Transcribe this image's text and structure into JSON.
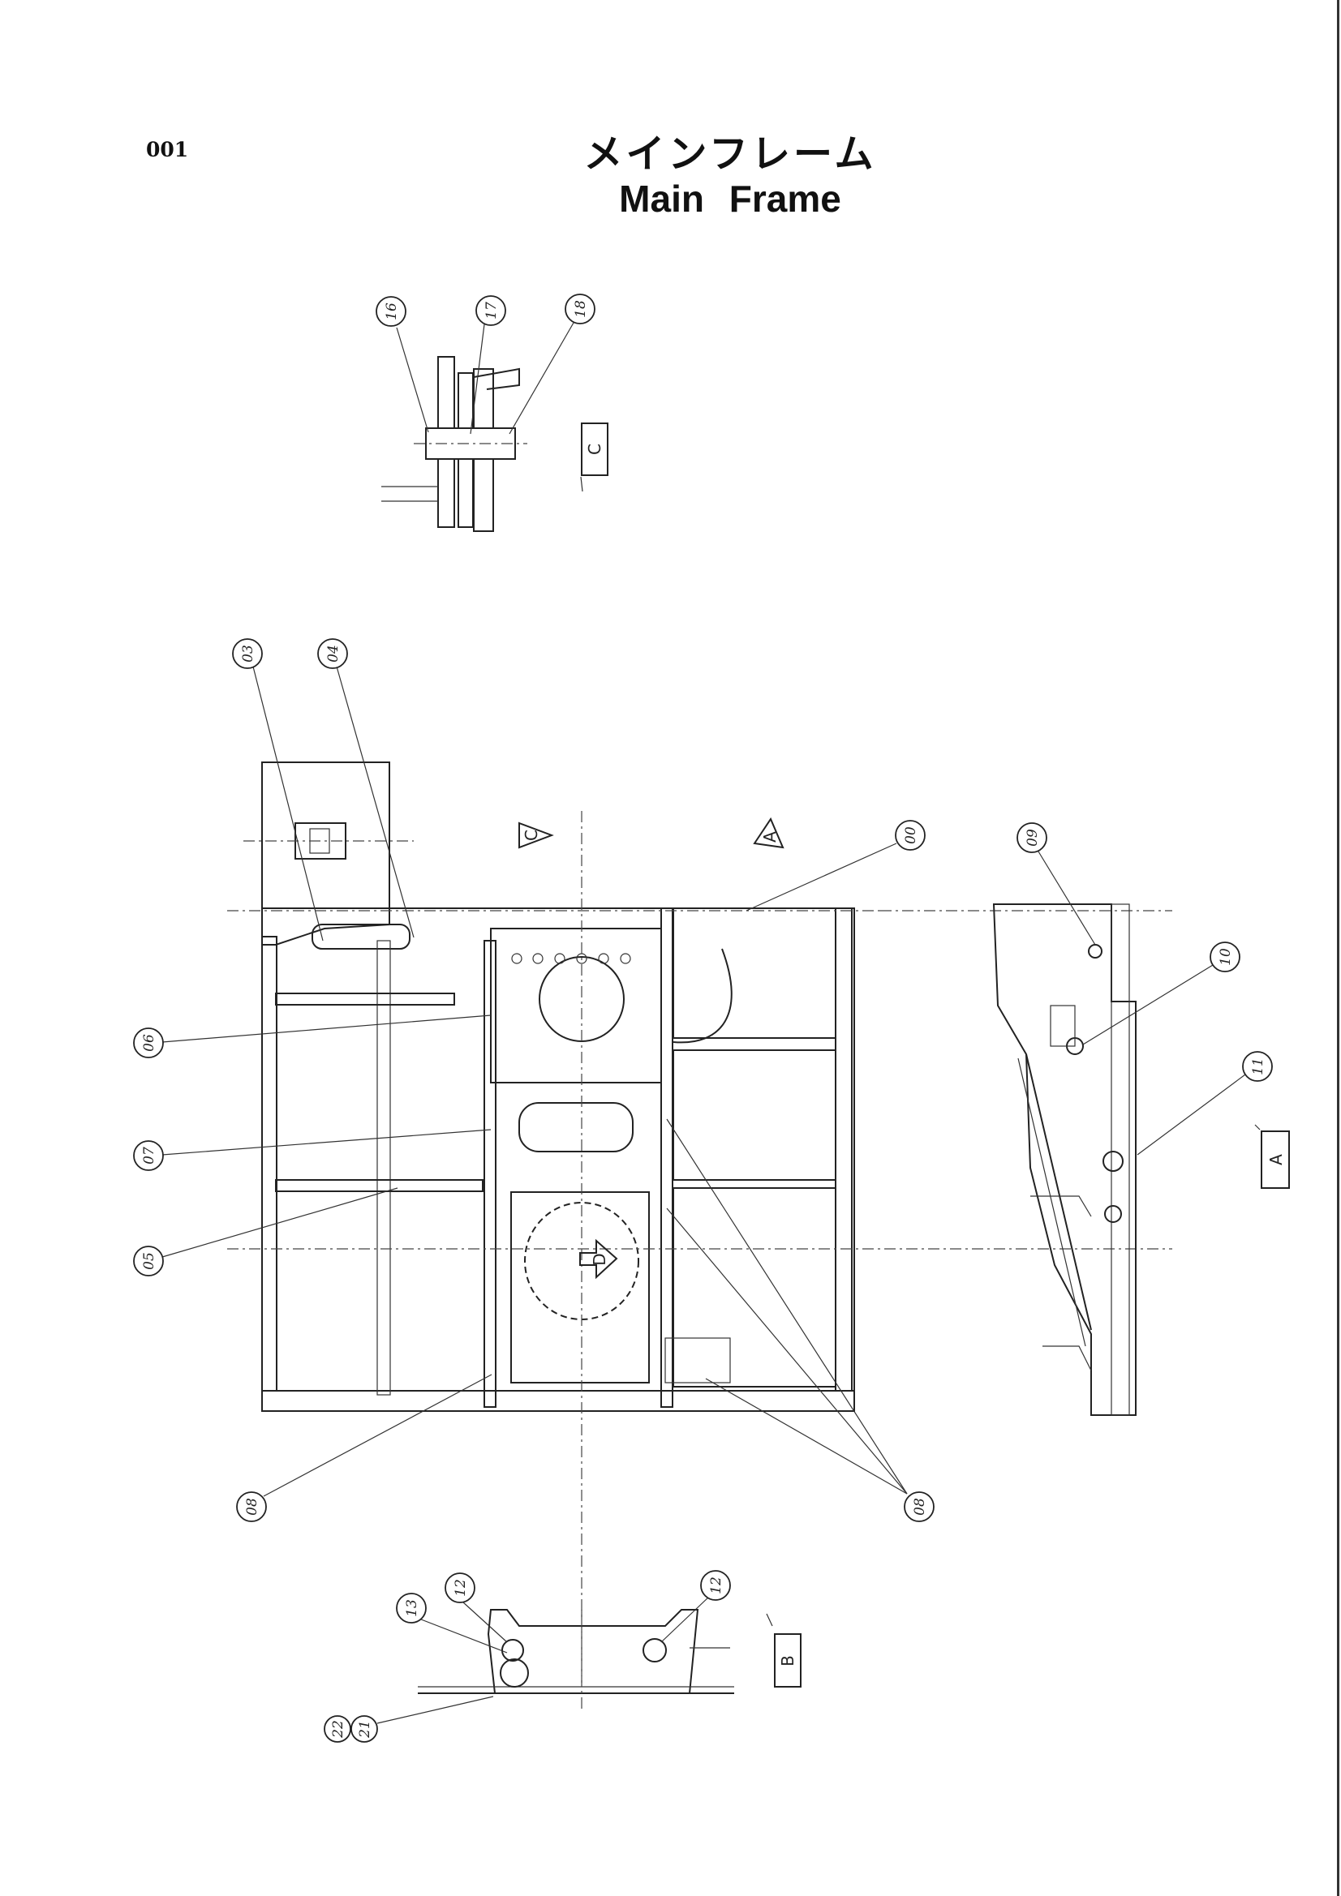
{
  "page": {
    "number": "001",
    "title_jp": "メインフレーム",
    "title_en": "Main Frame"
  },
  "callouts": {
    "c00": "00",
    "c03": "03",
    "c04": "04",
    "c05": "05",
    "c06": "06",
    "c07": "07",
    "c08a": "08",
    "c08b": "08",
    "c09": "09",
    "c10": "10",
    "c11": "11",
    "c12a": "12",
    "c12b": "12",
    "c13": "13",
    "c16": "16",
    "c17": "17",
    "c18": "18",
    "c21": "21",
    "c22": "22"
  },
  "view_labels": {
    "a": "A",
    "b": "B",
    "c": "C",
    "arrow_a": "A",
    "arrow_c": "C",
    "arrow_d": "D"
  }
}
